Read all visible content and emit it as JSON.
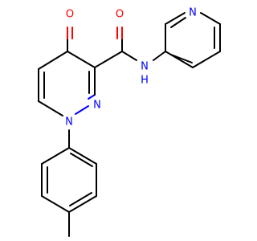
{
  "colors": {
    "oxygen": "#ff0000",
    "nitrogen": "#0000ff",
    "carbon": "#000000",
    "background": "#ffffff"
  },
  "atoms": {
    "o_ketone": "O",
    "o_amide": "O",
    "n_amide": "N",
    "h_amide": "H",
    "n_pyridine": "N",
    "n1_ring": "N",
    "n2_ring": "N"
  }
}
